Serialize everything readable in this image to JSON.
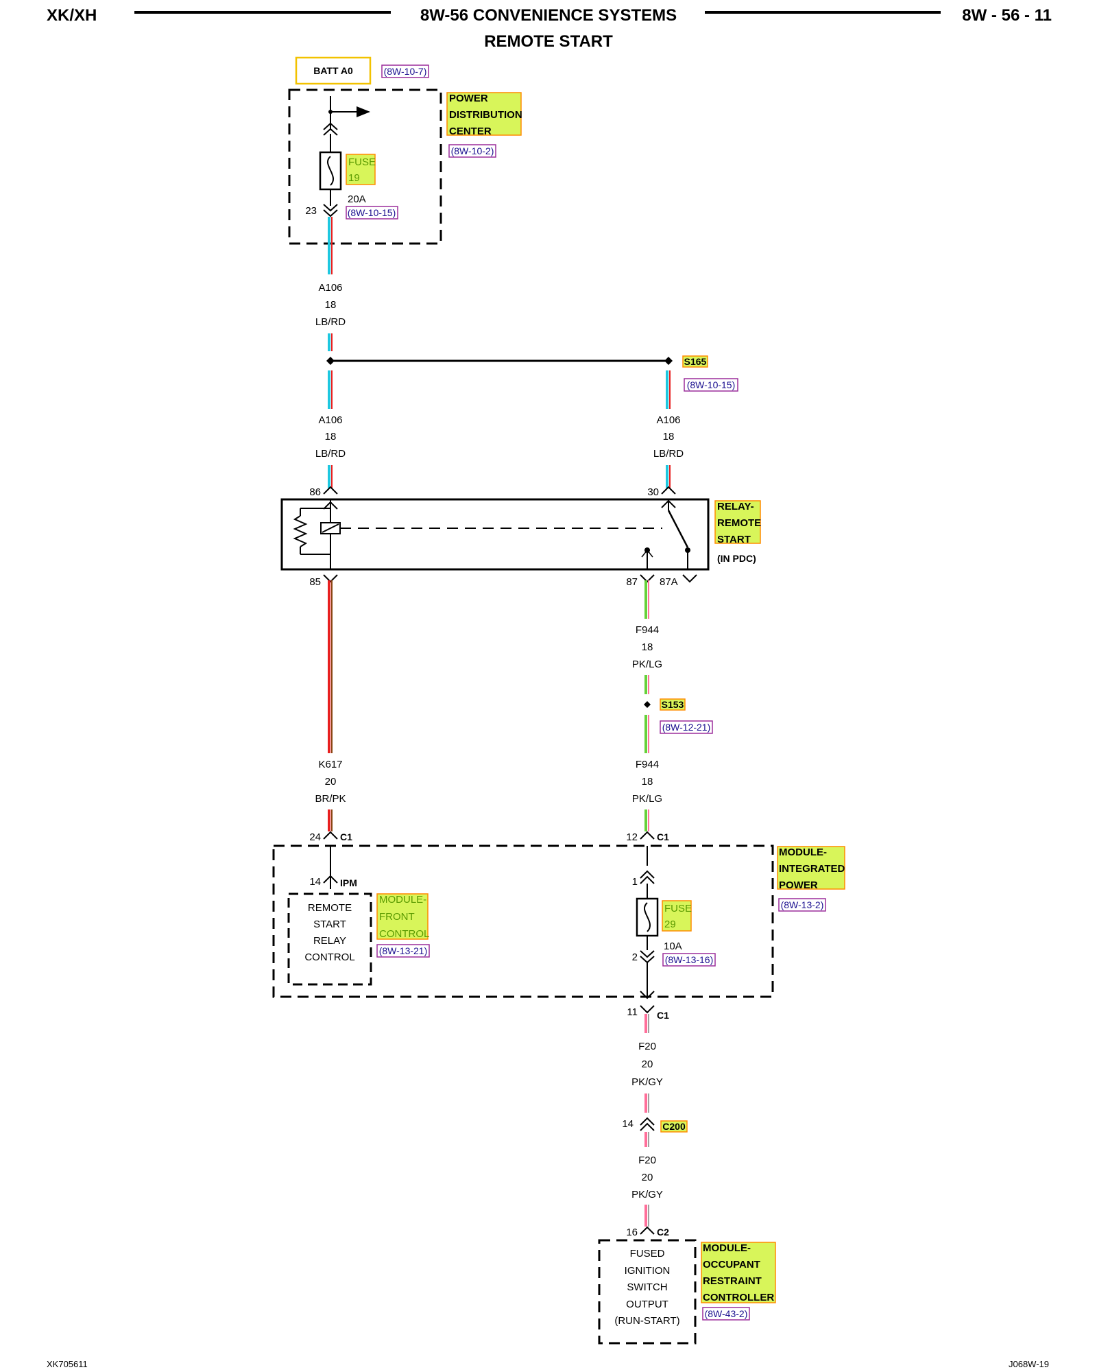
{
  "header": {
    "model": "XK/XH",
    "section": "8W-56 CONVENIENCE SYSTEMS",
    "page": "8W - 56 - 11",
    "subtitle": "REMOTE START"
  },
  "footer": {
    "left": "XK705611",
    "right": "J068W-19"
  },
  "colors": {
    "light_blue": "#1ec8e0",
    "red": "#e82020",
    "brown": "#8b4513",
    "pink": "#ff6f9a",
    "light_green": "#66d13a",
    "gray": "#a0a0a0",
    "highlight_fill": "#d8f55a",
    "highlight_border": "#ff8c00",
    "batt_border": "#f2c200",
    "ref_border": "#9b2d9b"
  },
  "batt": {
    "label": "BATT A0",
    "ref": "(8W-10-7)"
  },
  "pdc": {
    "name_lines": [
      "POWER",
      "DISTRIBUTION",
      "CENTER"
    ],
    "ref": "(8W-10-2)",
    "fuse_lines": [
      "FUSE",
      "19"
    ],
    "rating": "20A",
    "fuse_ref": "(8W-10-15)",
    "cavity": "23"
  },
  "wire_a106": {
    "circuit": "A106",
    "gauge": "18",
    "color": "LB/RD"
  },
  "splice_s165": {
    "name": "S165",
    "ref": "(8W-10-15)"
  },
  "relay": {
    "name_lines": [
      "RELAY-",
      "REMOTE",
      "START"
    ],
    "location": "(IN PDC)",
    "pins": {
      "p86": "86",
      "p30": "30",
      "p85": "85",
      "p87": "87",
      "p87a": "87A"
    }
  },
  "wire_f944": {
    "circuit": "F944",
    "gauge": "18",
    "color": "PK/LG"
  },
  "splice_s153": {
    "name": "S153",
    "ref": "(8W-12-21)"
  },
  "wire_k617": {
    "circuit": "K617",
    "gauge": "20",
    "color": "BR/PK"
  },
  "connector_c1": {
    "name": "C1",
    "pin24": "24",
    "pin12": "12",
    "pin11": "11"
  },
  "ipm": {
    "name_lines": [
      "MODULE-",
      "INTEGRATED",
      "POWER"
    ],
    "ref": "(8W-13-2)",
    "tag": "IPM",
    "pin14": "14",
    "fuse_lines": [
      "FUSE",
      "29"
    ],
    "rating": "10A",
    "fuse_ref": "(8W-13-16)",
    "fuse_pin1": "1",
    "fuse_pin2": "2"
  },
  "fcm": {
    "name_lines": [
      "MODULE-",
      "FRONT",
      "CONTROL"
    ],
    "ref": "(8W-13-21)",
    "function_lines": [
      "REMOTE",
      "START",
      "RELAY",
      "CONTROL"
    ]
  },
  "wire_f20": {
    "circuit": "F20",
    "gauge": "20",
    "color": "PK/GY"
  },
  "connector_c200": {
    "name": "C200",
    "pin": "14"
  },
  "connector_c2": {
    "name": "C2",
    "pin": "16"
  },
  "orc": {
    "name_lines": [
      "MODULE-",
      "OCCUPANT",
      "RESTRAINT",
      "CONTROLLER"
    ],
    "ref": "(8W-43-2)",
    "function_lines": [
      "FUSED",
      "IGNITION",
      "SWITCH",
      "OUTPUT",
      "(RUN-START)"
    ]
  }
}
